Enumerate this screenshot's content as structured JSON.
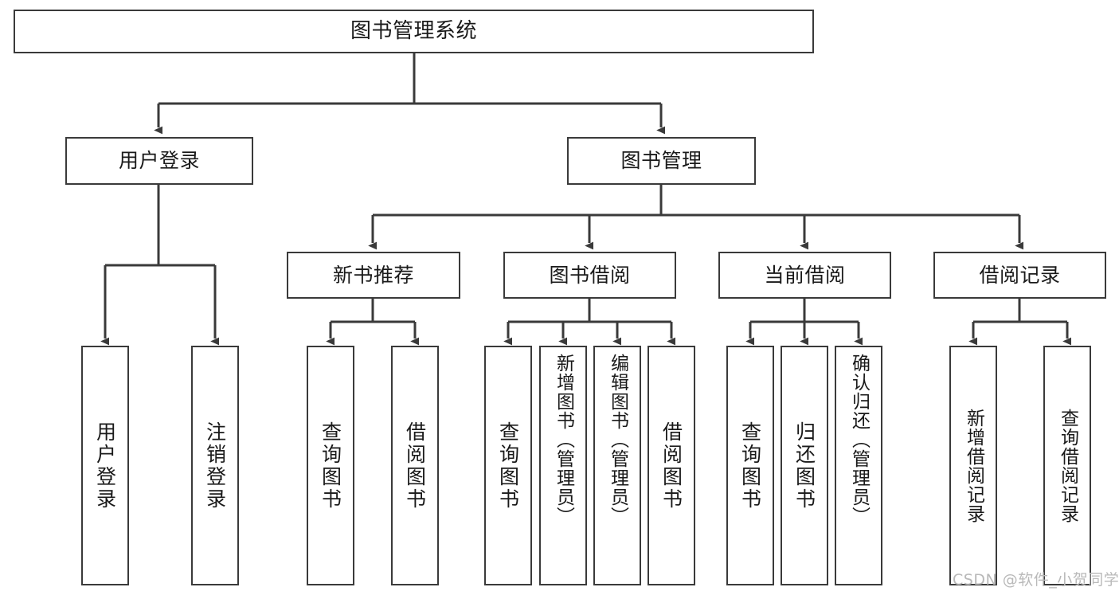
{
  "diagram": {
    "title": "图书管理系统",
    "type": "tree",
    "background_color": "#ffffff",
    "stroke_color": "#3a3a3a",
    "text_color": "#1a1a1a",
    "levels": 4
  },
  "nodes": {
    "root": {
      "label": "图书管理系统"
    },
    "level2": [
      {
        "id": "user-login",
        "label": "用户登录"
      },
      {
        "id": "book-manage",
        "label": "图书管理"
      }
    ],
    "level3": [
      {
        "id": "new-book-recommend",
        "label": "新书推荐"
      },
      {
        "id": "book-borrow",
        "label": "图书借阅"
      },
      {
        "id": "current-borrow",
        "label": "当前借阅"
      },
      {
        "id": "borrow-record",
        "label": "借阅记录"
      }
    ],
    "leaves": {
      "user_login": [
        {
          "id": "leaf-user-login",
          "label": "用户登录"
        },
        {
          "id": "leaf-logout-login",
          "label": "注销登录"
        }
      ],
      "new_book_recommend": [
        {
          "id": "leaf-query-book-1",
          "label": "查询图书"
        },
        {
          "id": "leaf-borrow-book-1",
          "label": "借阅图书"
        }
      ],
      "book_borrow": [
        {
          "id": "leaf-query-book-2",
          "label": "查询图书"
        },
        {
          "id": "leaf-add-book",
          "label": "新增图书（管理员）"
        },
        {
          "id": "leaf-edit-book",
          "label": "编辑图书（管理员）"
        },
        {
          "id": "leaf-borrow-book-2",
          "label": "借阅图书"
        }
      ],
      "current_borrow": [
        {
          "id": "leaf-query-book-3",
          "label": "查询图书"
        },
        {
          "id": "leaf-return-book",
          "label": "归还图书"
        },
        {
          "id": "leaf-confirm-return",
          "label": "确认归还（管理员）"
        }
      ],
      "borrow_record": [
        {
          "id": "leaf-add-record",
          "label": "新增借阅记录"
        },
        {
          "id": "leaf-query-record",
          "label": "查询借阅记录"
        }
      ]
    }
  },
  "watermark": {
    "text": "CSDN @软件_小贺同学",
    "color": "#b9b9b9"
  }
}
